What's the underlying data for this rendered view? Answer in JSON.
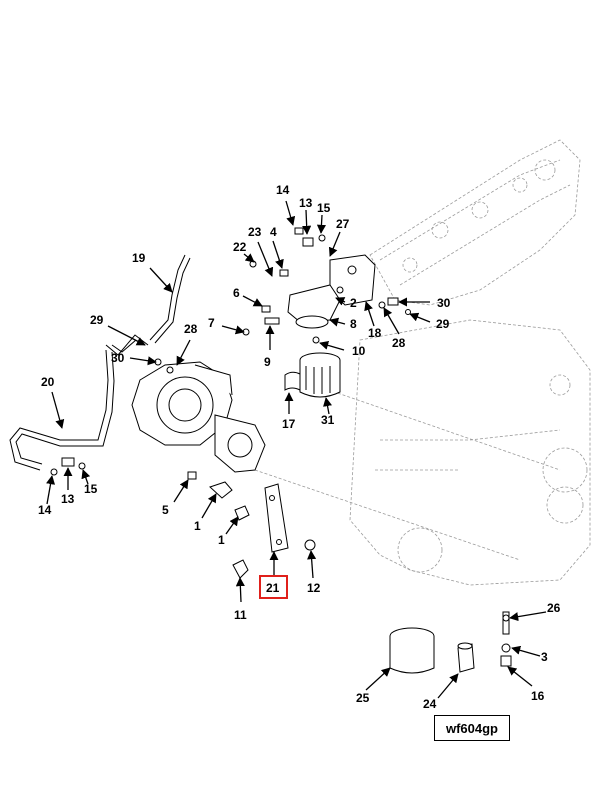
{
  "figure_code": "wf604gp",
  "highlighted_callout": "21",
  "highlight_color": "#e0201b",
  "callouts": [
    {
      "id": "c14a",
      "label": "14"
    },
    {
      "id": "c13a",
      "label": "13"
    },
    {
      "id": "c15a",
      "label": "15"
    },
    {
      "id": "c27",
      "label": "27"
    },
    {
      "id": "c23",
      "label": "23"
    },
    {
      "id": "c4",
      "label": "4"
    },
    {
      "id": "c22",
      "label": "22"
    },
    {
      "id": "c19",
      "label": "19"
    },
    {
      "id": "c6",
      "label": "6"
    },
    {
      "id": "c2",
      "label": "2"
    },
    {
      "id": "c30a",
      "label": "30"
    },
    {
      "id": "c7",
      "label": "7"
    },
    {
      "id": "c8",
      "label": "8"
    },
    {
      "id": "c29a",
      "label": "29"
    },
    {
      "id": "c29b",
      "label": "29"
    },
    {
      "id": "c28a",
      "label": "28"
    },
    {
      "id": "c18",
      "label": "18"
    },
    {
      "id": "c28b",
      "label": "28"
    },
    {
      "id": "c30b",
      "label": "30"
    },
    {
      "id": "c9",
      "label": "9"
    },
    {
      "id": "c10",
      "label": "10"
    },
    {
      "id": "c20",
      "label": "20"
    },
    {
      "id": "c17",
      "label": "17"
    },
    {
      "id": "c31",
      "label": "31"
    },
    {
      "id": "c14b",
      "label": "14"
    },
    {
      "id": "c13b",
      "label": "13"
    },
    {
      "id": "c15b",
      "label": "15"
    },
    {
      "id": "c5",
      "label": "5"
    },
    {
      "id": "c1a",
      "label": "1"
    },
    {
      "id": "c1b",
      "label": "1"
    },
    {
      "id": "c21",
      "label": "21"
    },
    {
      "id": "c12",
      "label": "12"
    },
    {
      "id": "c11",
      "label": "11"
    },
    {
      "id": "c26",
      "label": "26"
    },
    {
      "id": "c3",
      "label": "3"
    },
    {
      "id": "c25",
      "label": "25"
    },
    {
      "id": "c24",
      "label": "24"
    },
    {
      "id": "c16",
      "label": "16"
    }
  ]
}
